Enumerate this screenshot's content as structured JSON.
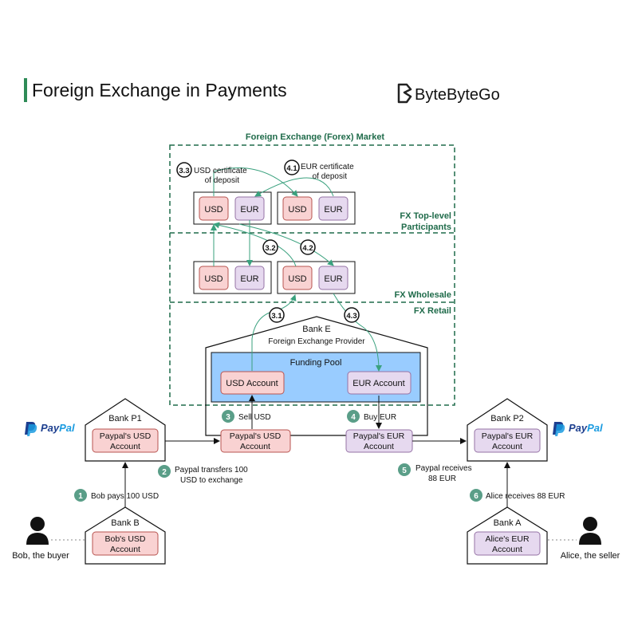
{
  "title": "Foreign Exchange in Payments",
  "brand": "ByteByteGo",
  "colors": {
    "accent": "#2e8b57",
    "usd_fill": "#f9d2d2",
    "eur_fill": "#e6d9ef",
    "pool_fill": "#99ccff"
  },
  "forex": {
    "market_label": "Foreign Exchange (Forex) Market",
    "top_level_label": [
      "FX Top-level",
      "Participants"
    ],
    "wholesale_label": "FX Wholesale",
    "retail_label": "FX Retail",
    "usd": "USD",
    "eur": "EUR"
  },
  "bank_e": {
    "name": "Bank E",
    "subtitle": "Foreign Exchange Provider",
    "pool": "Funding Pool",
    "usd_account": "USD Account",
    "eur_account": "EUR Account"
  },
  "bank_p1": {
    "name": "Bank P1",
    "account": [
      "Paypal's USD",
      "Account"
    ]
  },
  "bank_p2": {
    "name": "Bank P2",
    "account": [
      "Paypal's EUR",
      "Account"
    ]
  },
  "bank_b": {
    "name": "Bank B",
    "account": [
      "Bob's USD",
      "Account"
    ]
  },
  "bank_a": {
    "name": "Bank A",
    "account": [
      "Alice's EUR",
      "Account"
    ]
  },
  "exchange_usd_account": [
    "Paypal's USD",
    "Account"
  ],
  "exchange_eur_account": [
    "Paypal's EUR",
    "Account"
  ],
  "paypal": {
    "pay": "Pay",
    "pal": "Pal"
  },
  "people": {
    "buyer": "Bob, the buyer",
    "seller": "Alice, the seller"
  },
  "steps": {
    "s1": {
      "num": "1",
      "text": [
        "Bob pays 100 USD"
      ]
    },
    "s2": {
      "num": "2",
      "text": [
        "Paypal transfers 100",
        "USD to exchange"
      ]
    },
    "s3": {
      "num": "3",
      "text": [
        "Sell USD"
      ]
    },
    "s4": {
      "num": "4",
      "text": [
        "Buy EUR"
      ]
    },
    "s5": {
      "num": "5",
      "text": [
        "Paypal receives",
        "88 EUR"
      ]
    },
    "s6": {
      "num": "6",
      "text": [
        "Alice receives 88 EUR"
      ]
    },
    "s31": {
      "num": "3.1"
    },
    "s32": {
      "num": "3.2"
    },
    "s33": {
      "num": "3.3",
      "text": [
        "USD certificate",
        "of deposit"
      ]
    },
    "s41": {
      "num": "4.1",
      "text": [
        "EUR certificate",
        "of deposit"
      ]
    },
    "s42": {
      "num": "4.2"
    },
    "s43": {
      "num": "4.3"
    }
  }
}
